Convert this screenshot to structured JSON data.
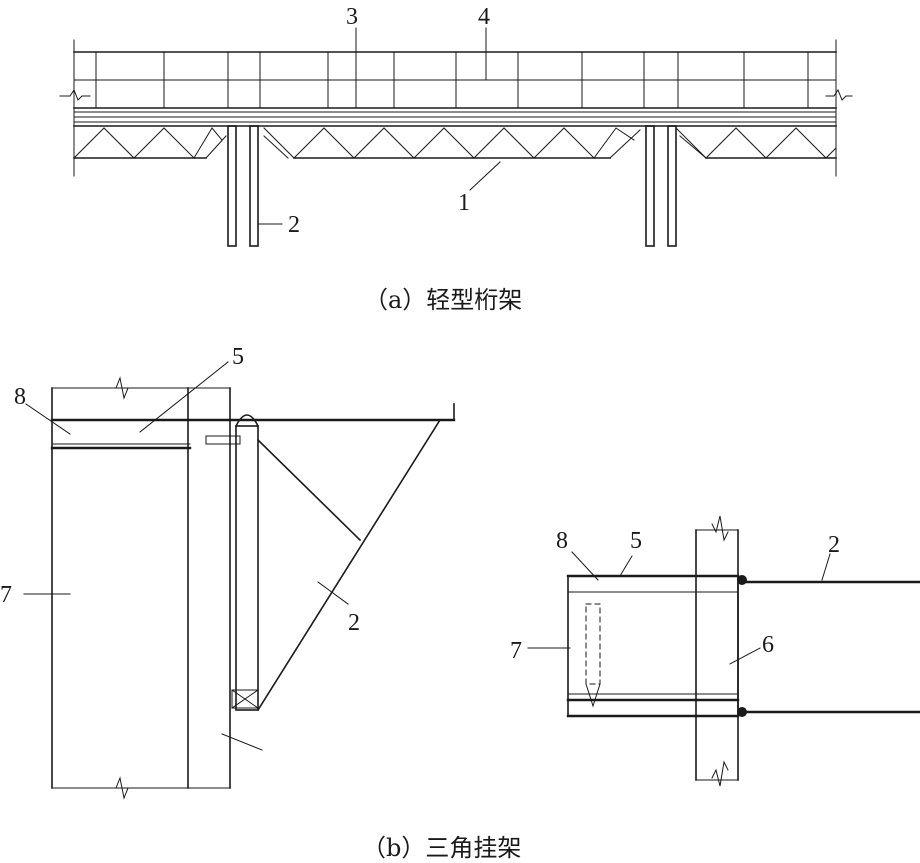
{
  "part_a": {
    "caption": "（a）轻型桁架",
    "labels": {
      "l1": "1",
      "l2": "2",
      "l3": "3",
      "l4": "4"
    }
  },
  "part_b": {
    "caption": "（b）三角挂架",
    "left_labels": {
      "l5": "5",
      "l8": "8",
      "l7": "7",
      "l2": "2"
    },
    "right_labels": {
      "l8": "8",
      "l5": "5",
      "l2": "2",
      "l7": "7",
      "l6": "6"
    }
  }
}
